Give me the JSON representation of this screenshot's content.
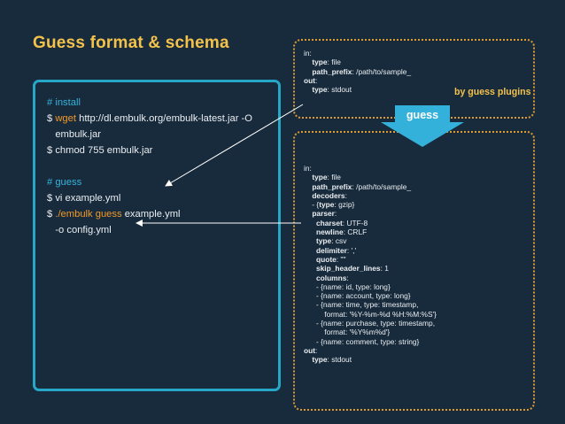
{
  "title": "Guess format & schema",
  "terminal": {
    "comment_install": "# install",
    "wget_prefix": "$ ",
    "wget_cmd": "wget",
    "wget_url": " http://dl.embulk.org/embulk-latest.jar -O",
    "wget_cont": "   embulk.jar",
    "chmod": "$ chmod 755 embulk.jar",
    "comment_guess": "# guess",
    "vi": "$ vi example.yml",
    "guess_prefix": "$ ",
    "guess_cmd": "./embulk guess",
    "guess_rest": " example.yml",
    "guess_cont": "   -o config.yml"
  },
  "side_label": "by guess plugins",
  "guess_label": "guess",
  "colors": {
    "background": "#182b3c",
    "title": "#f3c24a",
    "terminal_border": "#27a7c8",
    "comment": "#35b3dd",
    "highlight": "#f09a28",
    "dotted_border": "#e09a2e",
    "arrow": "#34b1db"
  },
  "yaml_top": {
    "in_key": "in",
    "type_key": "type",
    "type_val": ": file",
    "path_key": "path_prefix",
    "path_val": ": /path/to/sample_",
    "out_key": "out",
    "out_type_key": "type",
    "out_type_val": ": stdout"
  },
  "yaml_bottom": {
    "in_key": "in",
    "type_key": "type",
    "type_val": ": file",
    "path_key": "path_prefix",
    "path_val": ": /path/to/sample_",
    "decoders_key": "decoders",
    "decoder_item_pre": "    - {",
    "decoder_item_key": "type",
    "decoder_item_val": ": gzip}",
    "parser_key": "parser",
    "charset_key": "charset",
    "charset_val": ": UTF-8",
    "newline_key": "newline",
    "newline_val": ": CRLF",
    "ptype_key": "type",
    "ptype_val": ": csv",
    "delimiter_key": "delimiter",
    "delimiter_val": ": ','",
    "quote_key": "quote",
    "quote_val": ": '\"'",
    "skip_key": "skip_header_lines",
    "skip_val": ": 1",
    "columns_key": "columns",
    "col1": "      - {name: id, type: long}",
    "col2": "      - {name: account, type: long}",
    "col3": "      - {name: time, type: timestamp,",
    "col3b": "          format: '%Y-%m-%d %H:%M:%S'}",
    "col4": "      - {name: purchase, type: timestamp,",
    "col4b": "          format: '%Y%m%d'}",
    "col5": "      - {name: comment, type: string}",
    "out_key": "out",
    "out_type_key": "type",
    "out_type_val": ": stdout"
  }
}
